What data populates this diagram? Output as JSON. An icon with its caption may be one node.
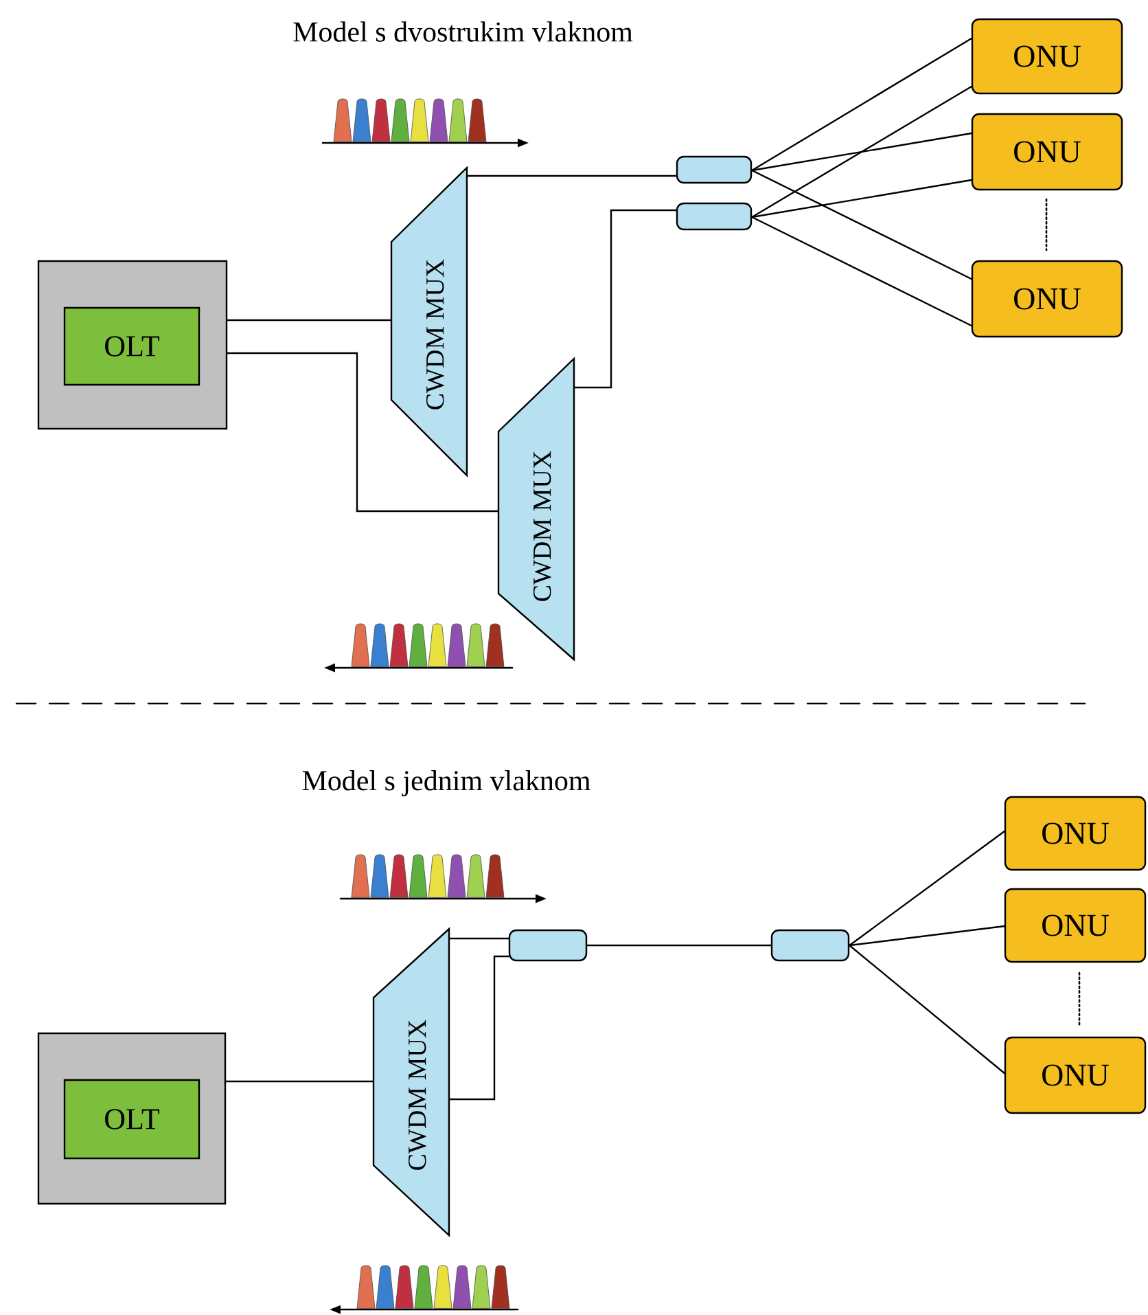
{
  "diagram": {
    "nodes": [
      {
        "text": [],
        "shape": "box"
      },
      {
        "text": [
          "OLT"
        ],
        "in": 0
      },
      {
        "text": [
          "CWDM MUX"
        ]
      },
      {
        "text": [
          "CWDM MUX"
        ]
      },
      {
        "text": [],
        "shape": "box"
      },
      {
        "text": [],
        "shape": "box"
      },
      {
        "text": [
          "ONU"
        ]
      },
      {
        "text": [
          "ONU"
        ]
      },
      {
        "text": [
          "ONU"
        ]
      },
      {
        "text": [],
        "shape": "box"
      },
      {
        "text": [
          "OLT"
        ],
        "in": 9
      },
      {
        "text": [
          "CWDM MUX"
        ]
      },
      {
        "text": [],
        "shape": "box"
      },
      {
        "text": [],
        "shape": "box"
      },
      {
        "text": [
          "ONU"
        ]
      },
      {
        "text": [
          "ONU"
        ]
      },
      {
        "text": [
          "ONU"
        ]
      }
    ],
    "edges": [
      {
        "from": 0,
        "to": 2,
        "arrow": "none"
      },
      {
        "from": 0,
        "to": 3,
        "arrow": "none"
      },
      {
        "from": 2,
        "to": 4,
        "arrow": "none"
      },
      {
        "from": 3,
        "to": 5,
        "arrow": "none"
      },
      {
        "from": 4,
        "to": 6,
        "arrow": "none"
      },
      {
        "from": 4,
        "to": 7,
        "arrow": "none"
      },
      {
        "from": 4,
        "to": 8,
        "arrow": "none"
      },
      {
        "from": 5,
        "to": 6,
        "arrow": "none"
      },
      {
        "from": 5,
        "to": 7,
        "arrow": "none"
      },
      {
        "from": 5,
        "to": 8,
        "arrow": "none"
      },
      {
        "from": 9,
        "to": 11,
        "arrow": "none"
      },
      {
        "from": 11,
        "to": 12,
        "arrow": "none"
      },
      {
        "from": 11,
        "to": 12,
        "arrow": "none"
      },
      {
        "from": 12,
        "to": 13,
        "arrow": "none"
      },
      {
        "from": 13,
        "to": 14,
        "arrow": "none"
      },
      {
        "from": 13,
        "to": 15,
        "arrow": "none"
      },
      {
        "from": 13,
        "to": 16,
        "arrow": "none"
      }
    ],
    "labels": [
      "Model s dvostrukim vlaknom",
      "Model s jednim vlaknom"
    ]
  }
}
